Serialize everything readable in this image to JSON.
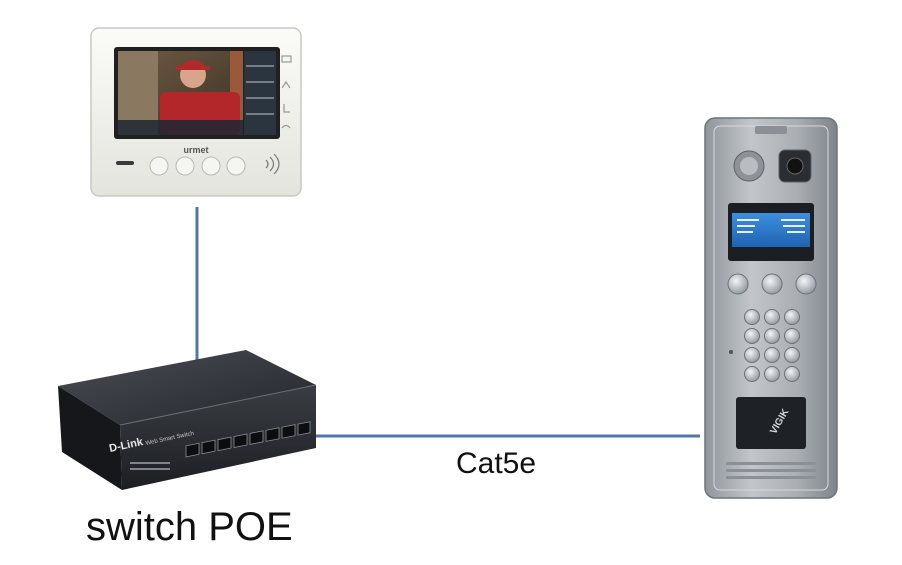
{
  "labels": {
    "switch": "switch POE",
    "cable": "Cat5e"
  },
  "monitor": {
    "brand": "urmet"
  },
  "switch_device": {
    "brand": "D-Link",
    "series": "Web Smart Switch"
  },
  "door_panel": {
    "badge": "VIGIK"
  },
  "colors": {
    "cable_line": "#4F78A8",
    "monitor_body": "#F1F1EC",
    "switch_body": "#2A2D33",
    "panel_body": "#A7ACB1",
    "panel_display": "#2F7FD2"
  },
  "icons": {
    "screen_image": "person-on-video-screen-icon",
    "wifi": "wireless-signal-icon",
    "rfid": "rfid-reader-icon"
  }
}
